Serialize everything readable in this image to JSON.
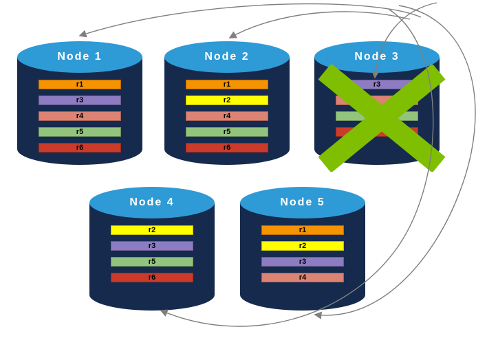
{
  "diagram": {
    "nodes": [
      {
        "title": "Node 1",
        "failed": false,
        "partitions": [
          {
            "label": "r1",
            "color": "#F59300"
          },
          {
            "label": "r3",
            "color": "#8E7CC3"
          },
          {
            "label": "r4",
            "color": "#DD8374"
          },
          {
            "label": "r5",
            "color": "#93C47D"
          },
          {
            "label": "r6",
            "color": "#CC3B2A"
          }
        ]
      },
      {
        "title": "Node 2",
        "failed": false,
        "partitions": [
          {
            "label": "r1",
            "color": "#F59300"
          },
          {
            "label": "r2",
            "color": "#FFFF00"
          },
          {
            "label": "r4",
            "color": "#DD8374"
          },
          {
            "label": "r5",
            "color": "#93C47D"
          },
          {
            "label": "r6",
            "color": "#CC3B2A"
          }
        ]
      },
      {
        "title": "Node 3",
        "failed": true,
        "partitions": [
          {
            "label": "r3",
            "color": "#8E7CC3"
          },
          {
            "label": "",
            "color": "#DD8374"
          },
          {
            "label": "",
            "color": "#93C47D"
          },
          {
            "label": "",
            "color": "#CC3B2A"
          }
        ]
      },
      {
        "title": "Node 4",
        "failed": false,
        "partitions": [
          {
            "label": "r2",
            "color": "#FFFF00"
          },
          {
            "label": "r3",
            "color": "#8E7CC3"
          },
          {
            "label": "r5",
            "color": "#93C47D"
          },
          {
            "label": "r6",
            "color": "#CC3B2A"
          }
        ]
      },
      {
        "title": "Node 5",
        "failed": false,
        "partitions": [
          {
            "label": "r1",
            "color": "#F59300"
          },
          {
            "label": "r2",
            "color": "#FFFF00"
          },
          {
            "label": "r3",
            "color": "#8E7CC3"
          },
          {
            "label": "r4",
            "color": "#DD8374"
          }
        ]
      }
    ],
    "arrows": [
      {
        "from": "Node 3",
        "to": "Node 1"
      },
      {
        "from": "Node 3",
        "to": "Node 2"
      },
      {
        "from": "Node 3",
        "to": "Node 3 (r3)"
      },
      {
        "from": "Node 3",
        "to": "Node 5"
      },
      {
        "from": "Node 3",
        "to": "Node 4"
      }
    ],
    "colors": {
      "cylinder_top": "#2E9BD6",
      "cylinder_body": "#152A4D",
      "failure_x": "#7FBE00",
      "arrow": "#7F7F7F",
      "background": "#FFFFFF"
    }
  }
}
